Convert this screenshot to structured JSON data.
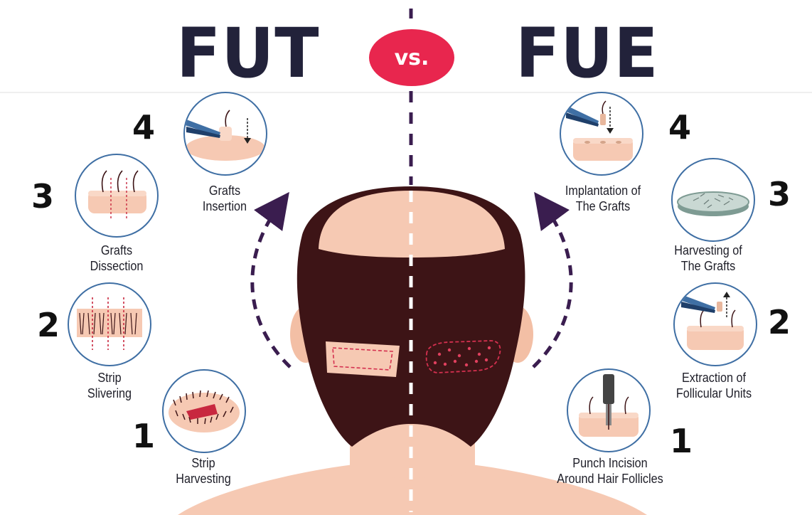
{
  "header": {
    "left_title": "FUT",
    "right_title": "FUE",
    "versus": "vs."
  },
  "fut_steps": [
    {
      "number": "1",
      "line1": "Strip",
      "line2": "Harvesting",
      "icon": "strip-harvest-icon"
    },
    {
      "number": "2",
      "line1": "Strip",
      "line2": "Slivering",
      "icon": "strip-slivering-icon"
    },
    {
      "number": "3",
      "line1": "Grafts",
      "line2": "Dissection",
      "icon": "grafts-dissection-icon"
    },
    {
      "number": "4",
      "line1": "Grafts",
      "line2": "Insertion",
      "icon": "grafts-insertion-icon"
    }
  ],
  "fue_steps": [
    {
      "number": "1",
      "line1": "Punch Incision",
      "line2": "Around Hair Follicles",
      "icon": "punch-incision-icon"
    },
    {
      "number": "2",
      "line1": "Extraction of",
      "line2": "Follicular Units",
      "icon": "extraction-icon"
    },
    {
      "number": "3",
      "line1": "Harvesting of",
      "line2": "The Grafts",
      "icon": "petri-dish-icon"
    },
    {
      "number": "4",
      "line1": "Implantation of",
      "line2": "The Grafts",
      "icon": "implantation-icon"
    }
  ],
  "colors": {
    "title": "#22223a",
    "accent": "#e8264e",
    "hair": "#3d1416",
    "skin": "#f6c9b3",
    "circle_border": "#3f6fa4",
    "arrow": "#3a1d4f"
  }
}
